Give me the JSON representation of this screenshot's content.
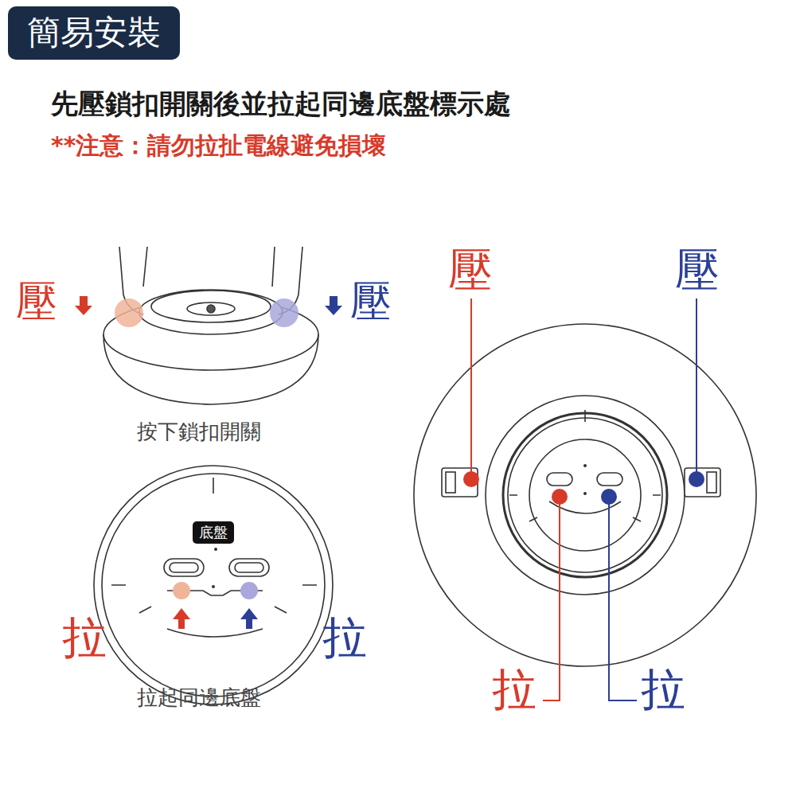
{
  "diagram": {
    "title": "先壓鎖扣開關後並拉起同邊底盤標示處",
    "nodes": [
      {
        "text": [
          "簡易安裝"
        ]
      },
      {
        "text": [
          "底盤"
        ]
      }
    ],
    "labels": [
      "**注意：請勿拉扯電線避免損壞",
      "壓",
      "壓",
      "按下鎖扣開關",
      "拉",
      "拉",
      "拉起同邊底盤",
      "壓",
      "壓",
      "拉",
      "拉"
    ]
  }
}
